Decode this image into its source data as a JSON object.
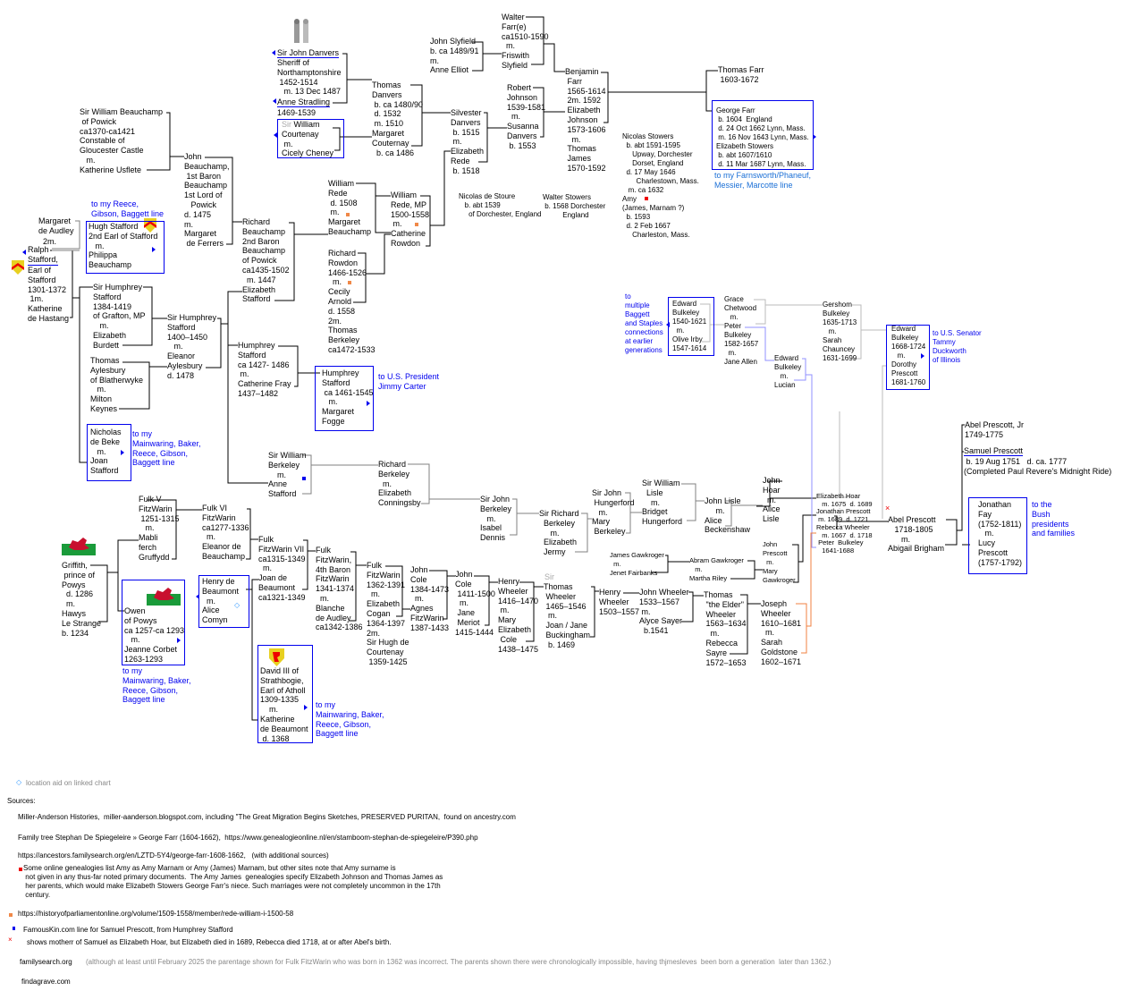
{
  "people": {
    "danvers_sir": "Sir John Danvers",
    "danvers_rest": "Sheriff of\nNorthamptonshire\n 1452-1514\n   m. 13 Dec 1487",
    "anne_stradling": "Anne Stradling",
    "anne_dates": "1469-1539",
    "courtenay_sir": "Sir",
    "courtenay": " William\nCourtenay\n m.\nCicely Cheney",
    "thomas_danvers": "Thomas\nDanvers\n b. ca 1480/90\n d. 1532\n m. 1510\nMargaret\nCouternay\n  b. ca 1486",
    "slyfield": "John Slyfield\nb. ca 1489/91\nm.\nAnne Elliot",
    "walter_farr": "Walter\nFarr(e)\nca1510-1590\n  m.\nFriswith\nSlyfield",
    "silvester": "Silvester\nDanvers\n b. 1515\n m.\nElizabeth\nRede\n b. 1518",
    "robert_johnson": "Robert\nJohnson\n1539-1581\n  m.\nSusanna\nDanvers\n b. 1553",
    "benjamin": "Benjamin\n Farr\n 1565-1614\n 2m. 1592\n Elizabeth\n Johnson\n 1573-1606\n   m.\n Thomas\n James\n 1570-1592",
    "thomas_farr": "Thomas Farr\n 1603-1672",
    "george_farr": "George Farr\n b. 1604  England\n d. 24 Oct 1662 Lynn, Mass.\n m. 16 Nov 1643 Lynn, Mass.\nElizabeth Stowers\n b. abt 1607/1610\n d. 11 Mar 1687 Lynn, Mass.",
    "nicolas_stowers": "Nicolas Stowers\n  b. abt 1591-1595\n     Upway, Dorchester\n     Dorset, England\n  d. 17 May 1646\n       Charlestown, Mass.\n   m. ca 1632\nAmy\n(James, Marnam ?)\n  b. 1593\n  d. 2 Feb 1667\n     Charleston, Mass.",
    "nicolas_de_stoure": "Nicolas de Stoure\n   b. abt 1539\n     of Dorchester, England",
    "walter_stowers": "Walter Stowers\n b. 1568 Dorchester\n          England",
    "beauchamp_powick": "Sir William Beauchamp\n of Powick\nca1370-ca1421\nConstable of\nGloucester Castle\n   m.\nKatherine Usflete",
    "john_beauchamp": "John\nBeauchamp,\n 1st Baron\nBeauchamp\n1st Lord of\n   Powick\nd. 1475\nm.\nMargaret\n de Ferrers",
    "hugh_stafford": "Hugh Stafford\n2nd Earl of Stafford\n   m.\nPhilippa\nBeauchamp",
    "margaret_audley": "Margaret\nde Audley",
    "margaret_2m": "  2m.",
    "ralph_name": "Ralph\nStafford,",
    "ralph_rest": "Earl of\nStafford\n1301-1372\n 1m.\nKatherine\nde Hastang",
    "richard_beauchamp": "Richard\nBeauchamp\n2nd Baron\nBeauchamp\nof Powick\nca1435-1502\n  m. 1447\nElizabeth\nStafford",
    "william_rede": "William\nRede\n d. 1508\n m.\nMargaret\nBeauchamp",
    "william_rede_mp": "William\nRede, MP\n1500-1558\n m.\nCatherine\nRowdon",
    "richard_rowdon": "Richard\nRowdon\n1466-1526\n  m.\nCecily\nArnold\nd. 1558\n2m.\nThomas\nBerkeley\nca1472-1533",
    "humphrey_1384": "Sir Humphrey\nStafford\n1384-1419\nof Grafton, MP\n   m.\nElizabeth\nBurdett",
    "humphrey_1400": "Sir Humphrey\nStafford\n1400–1450\n   m.\nEleanor\nAylesbury\nd. 1478",
    "thomas_aylesbury": "Thomas\nAylesbury\nof Blatherwyke\n   m.\nMilton\nKeynes",
    "humphrey_1427": "Humphrey\nStafford\nca 1427- 1486\n m.\nCatherine Fray\n1437–1482",
    "humphrey_1461": "Humphrey\nStafford\n ca 1461-1545\n   m.\nMargaret\nFogge",
    "nicholas_de_beke": "Nicholas\nde Beke\n   m.\nJoan\nStafford",
    "william_berkeley": "Sir William\nBerkeley\n    m.\nAnne\nStafford",
    "richard_berkeley": "Richard\nBerkeley\n  m.\nElizabeth\nConningsby",
    "john_berkeley": "Sir John\nBerkeley\n   m.\nIsabel\nDennis",
    "sir_richard_berkeley": "Sir Richard\n  Berkeley\n     m.\n  Elizabeth\n  Jermy",
    "hungerford": "Sir John\n Hungerford\n   m.\nMary\n Berkeley",
    "lisle": "Sir William\n  Lisle\n    m.\nBridget\nHungerford",
    "john_lisle": "John Lisle\n     m.\nAlice\nBeckenshaw",
    "john_hoar": "John\nHoar\n  m.\nAlice\nLisle",
    "hoar_group": "Elizabeth Hoar\n   m. 1675  d. 1689\nJonathan Prescott\n m. 1689  d. 1721\nRebecca Wheeler\n   m. 1667  d. 1718\n Peter  Bulkeley\n   1641-1688",
    "abel": "Abel Prescott\n   1718-1805\n      m.\nAbigail Brigham",
    "abel_jr": "Abel Prescott, Jr\n1749-1775",
    "samuel_name": "Samuel Prescott",
    "samuel_rest": " b. 19 Aug 1751   d. ca. 1777\n(Completed Paul Revere's Midnight Ride)",
    "fay": "Jonathan\nFay\n(1752-1811)\n   m.\nLucy\nPrescott\n(1757-1792)",
    "edward_1540": "Edward\nBulkeley\n1540-1621\n  m.\nOlive Irby\n1547-1614",
    "grace": "Grace\nChetwood\n   m.\nPeter\nBulkeley\n1582-1657\n  m.\nJane Allen",
    "edward_lucian": "Edward\nBulkeley\n   m.\nLucian",
    "gershom": "Gershom\nBulkeley\n1635-1713\n   m.\nSarah\nChauncey\n1631-1699",
    "edward_1668": "Edward\nBulkeley\n1668-1724\n   m.\nDorothy\nPrescott\n1681-1760",
    "fulk_v": "Fulk V\nFitzWarin\n 1251-1315\n   m.\nMabli\nferch\nGruffydd",
    "fulk_vi": "Fulk VI\nFitzWarin\nca1277-1336\n  m.\nEleanor de\nBeauchamp",
    "griffith": "Griffith,\n prince of\nPowys\n  d. 1286\n  m.\nHawys\nLe Strange\nb. 1234",
    "owen": "Owen\nof Powys\nca 1257-ca 1293\n   m.\nJeanne Corbet\n1263-1293",
    "henry_beaumont": "Henry de\nBeaumont\n  m.\nAlice\nComyn",
    "fulk_vii": "Fulk\nFitzWarin VII\nca1315-1349\n  m.\nJoan de\nBeaumont\nca1321-1349",
    "david": "David III of\nStrathbogie,\nEarl of Atholl\n1309-1335\n    m.\nKatherine\nde Beaumont\n d. 1368",
    "fulk_4th": "Fulk\nFitzWarin,\n4th Baron\nFitzWarin\n1341-1374\n  m.\nBlanche\nde Audley\nca1342-1386",
    "fulk_1362": "Fulk\nFitzWarin\n1362-1391\n  m.\nElizabeth\nCogan\n1364-1397\n2m.\nSir Hugh de\nCourtenay\n 1359-1425",
    "john_cole_1384": "John\nCole\n1384-1473\n  m.\nAgnes\nFitzWarin\n1387-1433",
    "john_cole_1411": "John\nCole\n 1411-1500\n  m.\n Jane\n Meriot\n1415-1444",
    "henry_1416": "Henry\nWheeler\n1416–1470\n m.\nMary\nElizabeth\n Cole\n1438–1475",
    "thomas_wheeler_sir": "Sir",
    "thomas_wheeler": "Thomas\n Wheeler\n 1465–1546\n  m.\n Joan / Jane\n Buckingham\n  b. 1469",
    "henry_1503": "Henry\nWheeler\n1503–1557",
    "john_wheeler": "John Wheeler\n1533–1567\n m.\nAlyce Sayer\n  b.1541",
    "thomas_elder": "Thomas\n \"the Elder\"\n Wheeler\n 1563–1634\n   m.\n Rebecca\n Sayre\n 1572–1653",
    "joseph": "Joseph\nWheeler\n1610–1681\n  m.\nSarah\nGoldstone\n1602–1671",
    "james_gawkroger": "James Gawkroger\n  m.\nJenet Fairbanks",
    "abram": "Abram Gawkroger\n   m.\nMartha Riley",
    "john_prescott": "John\nPrescott\n  m.\nMary\nGawkroger"
  },
  "links": {
    "farnsworth": "to my Farnsworth/Phaneuf,\nMessier, Marcotte line",
    "reece": "to my Reece,\nGibson, Baggett line",
    "carter": "to U.S. President\nJimmy Carter",
    "mainwaring1": "to my\nMainwaring, Baker,\nReece, Gibson,\nBaggett line",
    "mainwaring2": "to my\nMainwaring, Baker,\nReece, Gibson,\nBaggett line",
    "mainwaring3": "to my\nMainwaring, Baker,\nReece, Gibson,\nBaggett line",
    "baggett": "to\nmultiple\nBaggett\nand Staples\nconnections\nat earlier\ngenerations",
    "duckworth": "to U.S. Senator\nTammy\nDuckworth\nof Illinois",
    "bush": "to the\nBush\npresidents\nand families"
  },
  "footer": {
    "legend": "location aid on linked chart",
    "sources_label": "Sources:",
    "src1": "Miller-Anderson Histories,  miller-aanderson.blogspot.com, including \"The Great Migration Begins Sketches, PRESERVED PURITAN,  found on ancestry.com",
    "src2": "Family tree Stephan De Spiegeleire » George Farr (1604-1662),  https://www.genealogieonline.nl/en/stamboom-stephan-de-spiegeleire/P390.php",
    "src3": "https://ancestors.familysearch.org/en/LZTD-5Y4/george-farr-1608-1662,   (with additional sources)",
    "note_amy": "Some online genealogies list Amy as Amy Marnam or Amy (James) Marnam, but other sites note that Amy surname is\n not given in any thus-far noted primary documents.  The Amy James  genealogies specify Elizabeth Johnson and Thomas James as\n her parents, which would make Elizabeth Stowers George Farr's niece. Such marriages were not completely uncommon in the 17th\n century.",
    "src4": "https://historyofparliamentonline.org/volume/1509-1558/member/rede-william-i-1500-58",
    "src5": "FamousKin.com line for Samuel Prescott, from Humphrey Stafford",
    "note_x": "shows motherr of Samuel as Elizabeth Hoar, but Elizabeth died in 1689, Rebecca died 1718, at or after Abel's birth.",
    "src6": "familysearch.org",
    "src6_note": "(although at least until February 2025 the parentage shown for Fulk FitzWarin who was born in 1362 was incorrect. The parents shown there were chronologically impossible, having thjmesleves  been born a generation  later than 1362.)",
    "src7": "findagrave.com"
  },
  "colors": {
    "link": "#0000ee",
    "link_alt": "#1a6fd6",
    "marker_red": "#ee0000",
    "marker_orange": "#f08848",
    "marker_blue": "#0000ee",
    "line_grey": "#808080",
    "line_lightblue": "#9090ff",
    "line_orange": "#f08040"
  }
}
